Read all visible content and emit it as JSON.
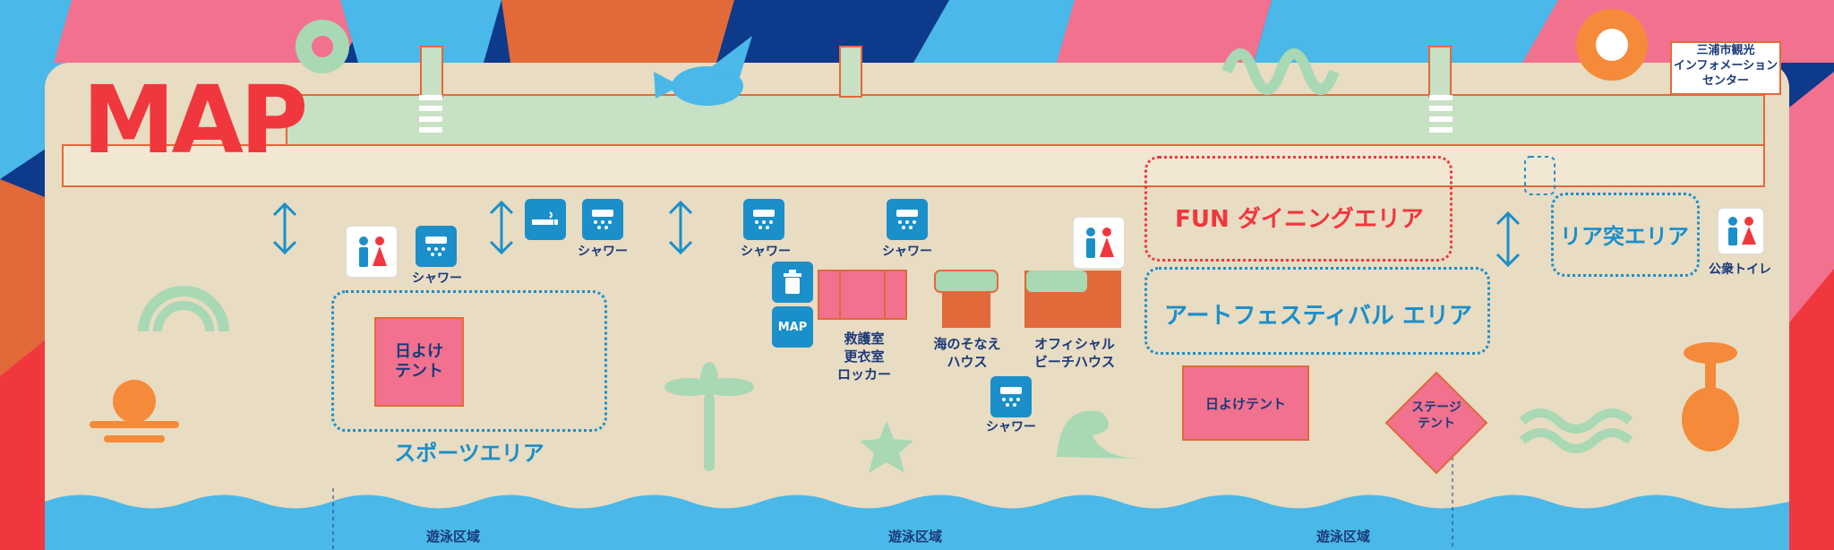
{
  "title": "MAP",
  "info_center": {
    "label_line1": "三浦市観光",
    "label_line2": "インフォメーション",
    "label_line3": "センター"
  },
  "areas": {
    "fun_dining": "FUN ダイニングエリア",
    "ria_totsu": "リア突エリア",
    "art_festival": "アートフェスティバル エリア",
    "sports": "スポーツエリア"
  },
  "facilities": {
    "shower_label": "シャワー",
    "public_toilet": "公衆トイレ",
    "map_sign": "MAP",
    "first_aid_line1": "救護室",
    "first_aid_line2": "更衣室",
    "first_aid_line3": "ロッカー",
    "umi_line1": "海のそなえ",
    "umi_line2": "ハウス",
    "official_line1": "オフィシャル",
    "official_line2": "ビーチハウス",
    "sunshade_tent_sports_line1": "日よけ",
    "sunshade_tent_sports_line2": "テント",
    "sunshade_tent": "日よけテント",
    "stage_tent_line1": "ステージ",
    "stage_tent_line2": "テント"
  },
  "swim_zone": {
    "label": "遊泳区域"
  },
  "colors": {
    "accent_red": "#f0373e",
    "blue": "#1b8fc9",
    "pink": "#f2718f",
    "orange": "#e2693a",
    "sand": "#e8dcc2",
    "road": "#c8e0c4",
    "sea": "#4ab8e8"
  },
  "icons": [
    "shower-icon",
    "toilet-icon",
    "smoking-icon",
    "trash-icon",
    "updown-arrow-icon",
    "palm-icon",
    "starfish-icon",
    "wave-icon",
    "sun-icon",
    "bird-icon",
    "flower-icon"
  ]
}
